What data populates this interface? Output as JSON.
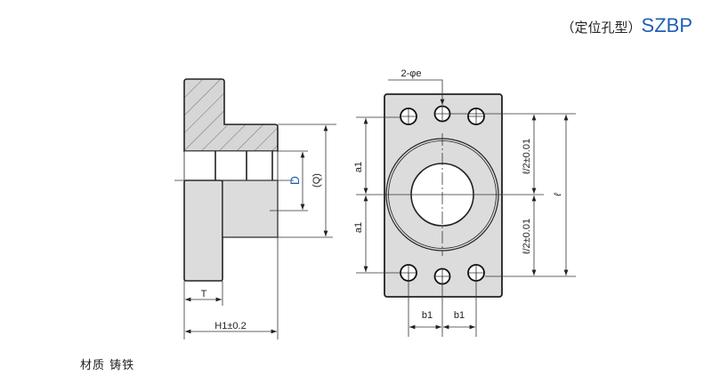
{
  "title": {
    "prefix": "（定位孔型）",
    "code": "SZBP"
  },
  "material_note": "材质 铸铁",
  "colors": {
    "accent": "#1f5fb4",
    "part_fill": "#dcdcdc"
  },
  "side_view": {
    "label_D": "D",
    "label_Q": "(Q)",
    "label_T": "T",
    "label_H1": "H1±0.2"
  },
  "front_view": {
    "label_hole": "2-φe",
    "label_a1_top": "a1",
    "label_a1_bottom": "a1",
    "label_half_top": "ℓ/2±0.01",
    "label_half_bottom": "ℓ/2±0.01",
    "label_l": "ℓ",
    "label_b1_left": "b1",
    "label_b1_right": "b1"
  }
}
